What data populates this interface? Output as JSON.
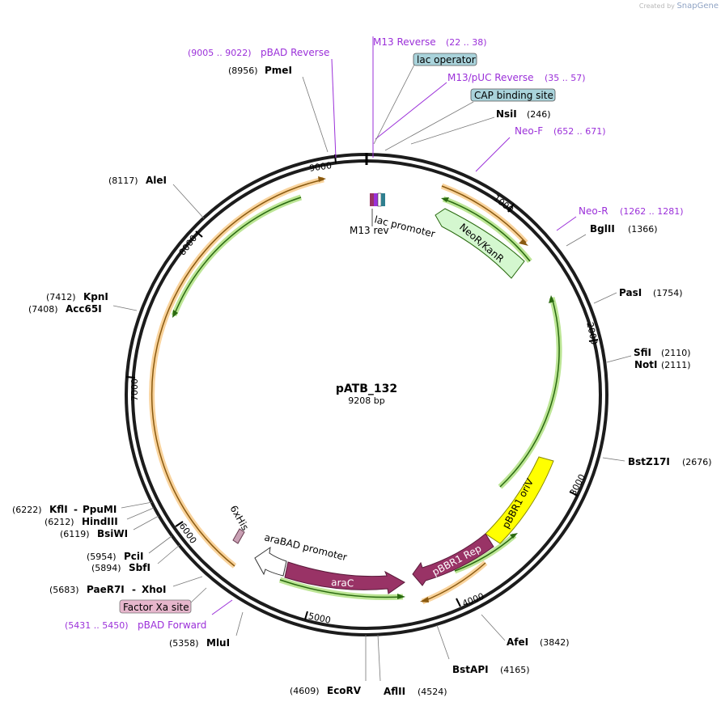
{
  "credit": {
    "prefix": "Created by",
    "brand": "SnapGene"
  },
  "plasmid": {
    "name": "pATB_132",
    "size_label": "9208 bp"
  },
  "colors": {
    "backbone": "#1c1c1c",
    "primer": "#9b30d9",
    "orange_arrow": "#f5b55a",
    "green_arrow": "#8fd44e",
    "neo": "#d4f7cf",
    "ori": "#ffff00",
    "arac": "#993366",
    "misc_box": "#a9d3db",
    "factor_box": "#e6b6cc"
  },
  "ticks": [
    "1000",
    "2000",
    "3000",
    "4000",
    "5000",
    "6000",
    "7000",
    "8000",
    "9000"
  ],
  "sites": [
    {
      "name": "PmeI",
      "pos": "(8956)"
    },
    {
      "name": "NsiI",
      "pos": "(246)"
    },
    {
      "name": "BglII",
      "pos": "(1366)"
    },
    {
      "name": "PasI",
      "pos": "(1754)"
    },
    {
      "name": "SfiI",
      "pos": "(2110)"
    },
    {
      "name": "NotI",
      "pos": "(2111)"
    },
    {
      "name": "BstZ17I",
      "pos": "(2676)"
    },
    {
      "name": "AfeI",
      "pos": "(3842)"
    },
    {
      "name": "BstAPI",
      "pos": "(4165)"
    },
    {
      "name": "AflII",
      "pos": "(4524)"
    },
    {
      "name": "EcoRV",
      "pos": "(4609)"
    },
    {
      "name": "MluI",
      "pos": "(5358)"
    },
    {
      "name": "XhoI",
      "pos": ""
    },
    {
      "name": "PaeR7I",
      "pos": "(5683)"
    },
    {
      "name": "SbfI",
      "pos": "(5894)"
    },
    {
      "name": "PciI",
      "pos": "(5954)"
    },
    {
      "name": "BsiWI",
      "pos": "(6119)"
    },
    {
      "name": "HindIII",
      "pos": "(6212)"
    },
    {
      "name": "PpuMI",
      "pos": ""
    },
    {
      "name": "KflI",
      "pos": "(6222)"
    },
    {
      "name": "Acc65I",
      "pos": "(7408)"
    },
    {
      "name": "KpnI",
      "pos": "(7412)"
    },
    {
      "name": "AleI",
      "pos": "(8117)"
    }
  ],
  "primers": [
    {
      "name": "pBAD Reverse",
      "pos": "(9005 .. 9022)"
    },
    {
      "name": "M13 Reverse",
      "pos": "(22 .. 38)"
    },
    {
      "name": "M13/pUC Reverse",
      "pos": "(35 .. 57)"
    },
    {
      "name": "Neo-F",
      "pos": "(652 .. 671)"
    },
    {
      "name": "Neo-R",
      "pos": "(1262 .. 1281)"
    },
    {
      "name": "pBAD Forward",
      "pos": "(5431 .. 5450)"
    }
  ],
  "misc_features": [
    "lac operator",
    "CAP binding site",
    "Factor Xa site"
  ],
  "features": {
    "neo": "NeoR/KanR",
    "ori": "pBBR1 oriV",
    "rep": "pBBR1 Rep",
    "arac": "araC",
    "arabad": "araBAD promoter",
    "his": "6xHis",
    "lac_promoter": "lac promoter",
    "m13rev": "M13 rev"
  }
}
